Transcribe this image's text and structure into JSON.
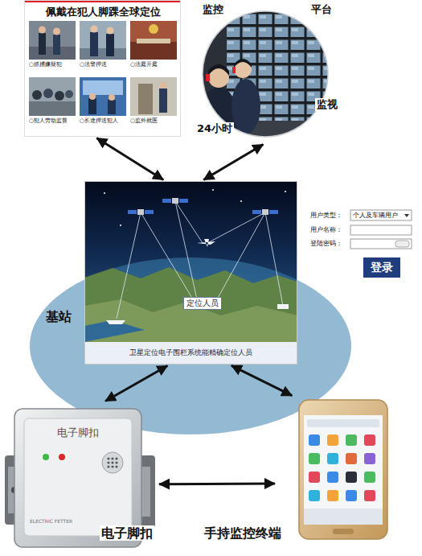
{
  "diagram": {
    "nodes": [
      {
        "text": [
          "佩戴在犯人脚踝全球定位"
        ]
      },
      {
        "text": [
          "监控",
          "平台",
          "24小时",
          "监视"
        ]
      },
      {
        "text": [
          "基站",
          "定位人员",
          "卫星定位电子围栏系统能精确定位人员"
        ]
      },
      {
        "text": [
          "登录"
        ]
      },
      {
        "text": [
          "电子脚扣",
          "ELECTRIC FETTER",
          "电子脚扣"
        ]
      },
      {
        "text": [
          "手持监控终端"
        ]
      }
    ],
    "edges": [
      {
        "from": 0,
        "to": 2,
        "arrow": "both"
      },
      {
        "from": 1,
        "to": 2,
        "arrow": "both"
      },
      {
        "from": 2,
        "to": 4,
        "arrow": "both"
      },
      {
        "from": 2,
        "to": 5,
        "arrow": "both"
      },
      {
        "from": 4,
        "to": 5,
        "arrow": "both"
      }
    ],
    "labels": [
      "○抓捕嫌疑犯",
      "○法警押送",
      "○法庭开庭",
      "○犯人劳动监督",
      "○长途押送犯人",
      "○监外就医",
      "用户类型：",
      "个人及车辆用户",
      "用户名称：",
      "登陆密码："
    ]
  }
}
